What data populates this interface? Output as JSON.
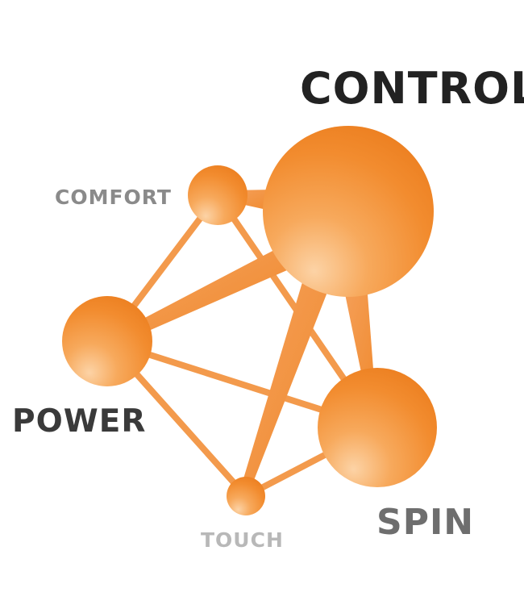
{
  "nodes": {
    "control": {
      "label": "CONTROL",
      "label_color": "#222222"
    },
    "comfort": {
      "label": "COMFORT",
      "label_color": "#8a8a8a"
    },
    "power": {
      "label": "POWER",
      "label_color": "#3a3a3a"
    },
    "spin": {
      "label": "SPIN",
      "label_color": "#6e6e6e"
    },
    "touch": {
      "label": "TOUCH",
      "label_color": "#b8b8b8"
    }
  },
  "colors": {
    "orange": "#f08a2e",
    "orange_light": "#fbc48e",
    "orange_dark": "#ea7d1c"
  }
}
